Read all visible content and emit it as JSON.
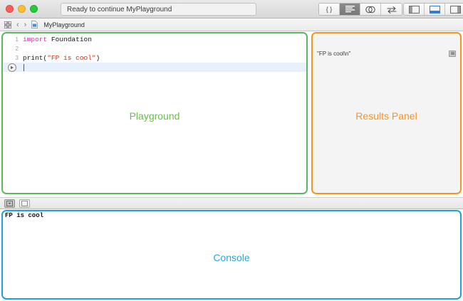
{
  "window": {
    "status_text": "Ready to continue MyPlayground",
    "traffic_lights": [
      "close-button",
      "minimize-button",
      "maximize-button"
    ]
  },
  "toolbar": {
    "editor_group": [
      {
        "name": "related-items-button",
        "icon": "braces-icon",
        "label": "{ }",
        "active": false
      },
      {
        "name": "standard-editor-button",
        "icon": "lines-icon",
        "label": "",
        "active": true
      },
      {
        "name": "assistant-editor-button",
        "icon": "venn-circles-icon",
        "label": "",
        "active": false
      },
      {
        "name": "version-editor-button",
        "icon": "arrows-icon",
        "label": "",
        "active": false
      }
    ],
    "panel_group": [
      {
        "name": "toggle-navigator-button",
        "icon": "left-panel-icon",
        "active": false
      },
      {
        "name": "toggle-debug-area-button",
        "icon": "bottom-panel-icon",
        "active": true
      },
      {
        "name": "toggle-utilities-button",
        "icon": "right-panel-icon",
        "active": false
      }
    ]
  },
  "jumpbar": {
    "grid_icon": "grid-icon",
    "back_label": "‹",
    "forward_label": "›",
    "file_icon": "playground-file-icon",
    "file_name": "MyPlayground"
  },
  "editor": {
    "accent_color": "#5cb85c",
    "overlay_label": "Playground",
    "lines": [
      {
        "number": "1",
        "segments": [
          {
            "text": "import",
            "style": "kw"
          },
          {
            "text": " Foundation",
            "style": "plain"
          }
        ],
        "current": false,
        "run_button": false
      },
      {
        "number": "2",
        "segments": [],
        "current": false,
        "run_button": false
      },
      {
        "number": "3",
        "segments": [
          {
            "text": "print(",
            "style": "plain"
          },
          {
            "text": "\"FP is cool\"",
            "style": "str"
          },
          {
            "text": ")",
            "style": "plain"
          }
        ],
        "current": false,
        "run_button": false
      },
      {
        "number": "",
        "segments": [],
        "current": true,
        "run_button": true
      }
    ]
  },
  "results": {
    "accent_color": "#f7941e",
    "overlay_label": "Results Panel",
    "rows": [
      {
        "value": "\"FP is cool\\n\"",
        "quicklook": true
      }
    ]
  },
  "console_bar": {
    "buttons": [
      {
        "name": "filter-level-button",
        "icon": "dropdown-box-icon",
        "pressed": true
      },
      {
        "name": "clear-console-button",
        "icon": "square-icon",
        "pressed": false
      }
    ]
  },
  "console": {
    "accent_color": "#1ba1e2",
    "overlay_label": "Console",
    "output": "FP is cool"
  }
}
